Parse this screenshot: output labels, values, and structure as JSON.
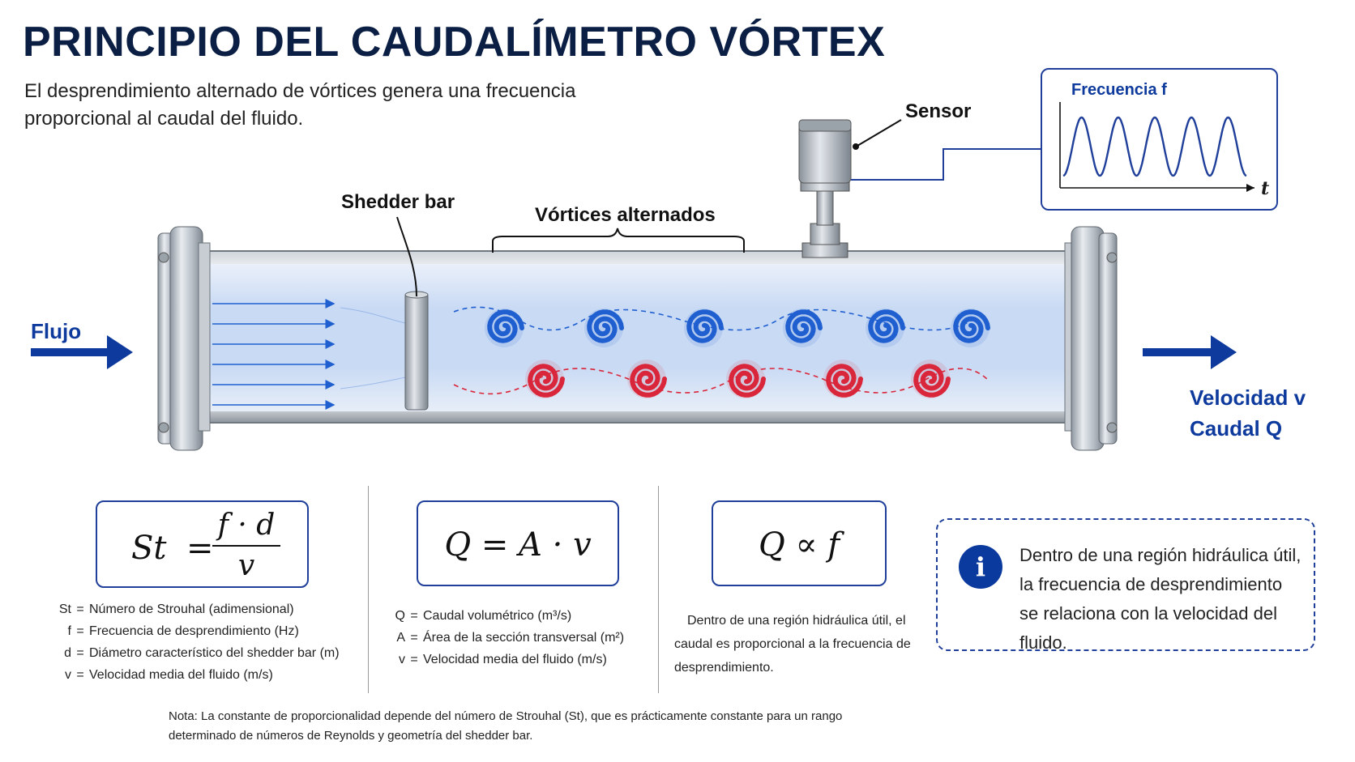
{
  "title": "PRINCIPIO DEL CAUDALÍMETRO VÓRTEX",
  "subtitle": "El desprendimiento alternado de vórtices genera una frecuencia proporcional al caudal del fluido.",
  "labels": {
    "sensor": "Sensor",
    "shedder_bar": "Shedder bar",
    "vortices": "Vórtices alternados",
    "flujo": "Flujo",
    "velocidad": "Velocidad v",
    "caudal": "Caudal Q",
    "frequency_title": "Frecuencia f",
    "time_axis": "t"
  },
  "formulas": {
    "strouhal": {
      "lhs": "St",
      "num": "f · d",
      "den": "v"
    },
    "continuity": "Q = A · v",
    "proportional": "Q ∝ f"
  },
  "defs_strouhal": [
    {
      "sym": "St",
      "text": "Número de Strouhal (adimensional)"
    },
    {
      "sym": "f",
      "text": "Frecuencia de desprendimiento (Hz)"
    },
    {
      "sym": "d",
      "text": "Diámetro característico del shedder bar (m)"
    },
    {
      "sym": "v",
      "text": "Velocidad media del fluido (m/s)"
    }
  ],
  "defs_continuity": [
    {
      "sym": "Q",
      "text": "Caudal volumétrico (m³/s)"
    },
    {
      "sym": "A",
      "text": "Área de la sección transversal (m²)"
    },
    {
      "sym": "v",
      "text": "Velocidad media del fluido (m/s)"
    }
  ],
  "proportional_text": "Dentro de una región hidráulica útil, el caudal es proporcional a la frecuencia de desprendimiento.",
  "info_text": "Dentro de una región hidráulica útil, la frecuencia de desprendimiento se relaciona con la velocidad del fluido.",
  "info_icon": "i",
  "note": "Nota: La constante de proporcionalidad depende del número de Strouhal (St), que es prácticamente constante para un rango determinado de números de Reynolds y geometría del shedder bar.",
  "colors": {
    "navy": "#0b1f44",
    "accent_blue": "#0d3a9c",
    "vortex_blue": "#1f5fd0",
    "vortex_red": "#d9263a"
  },
  "icons": [
    "flow-arrow-icon",
    "info-icon",
    "vortex-icon"
  ]
}
